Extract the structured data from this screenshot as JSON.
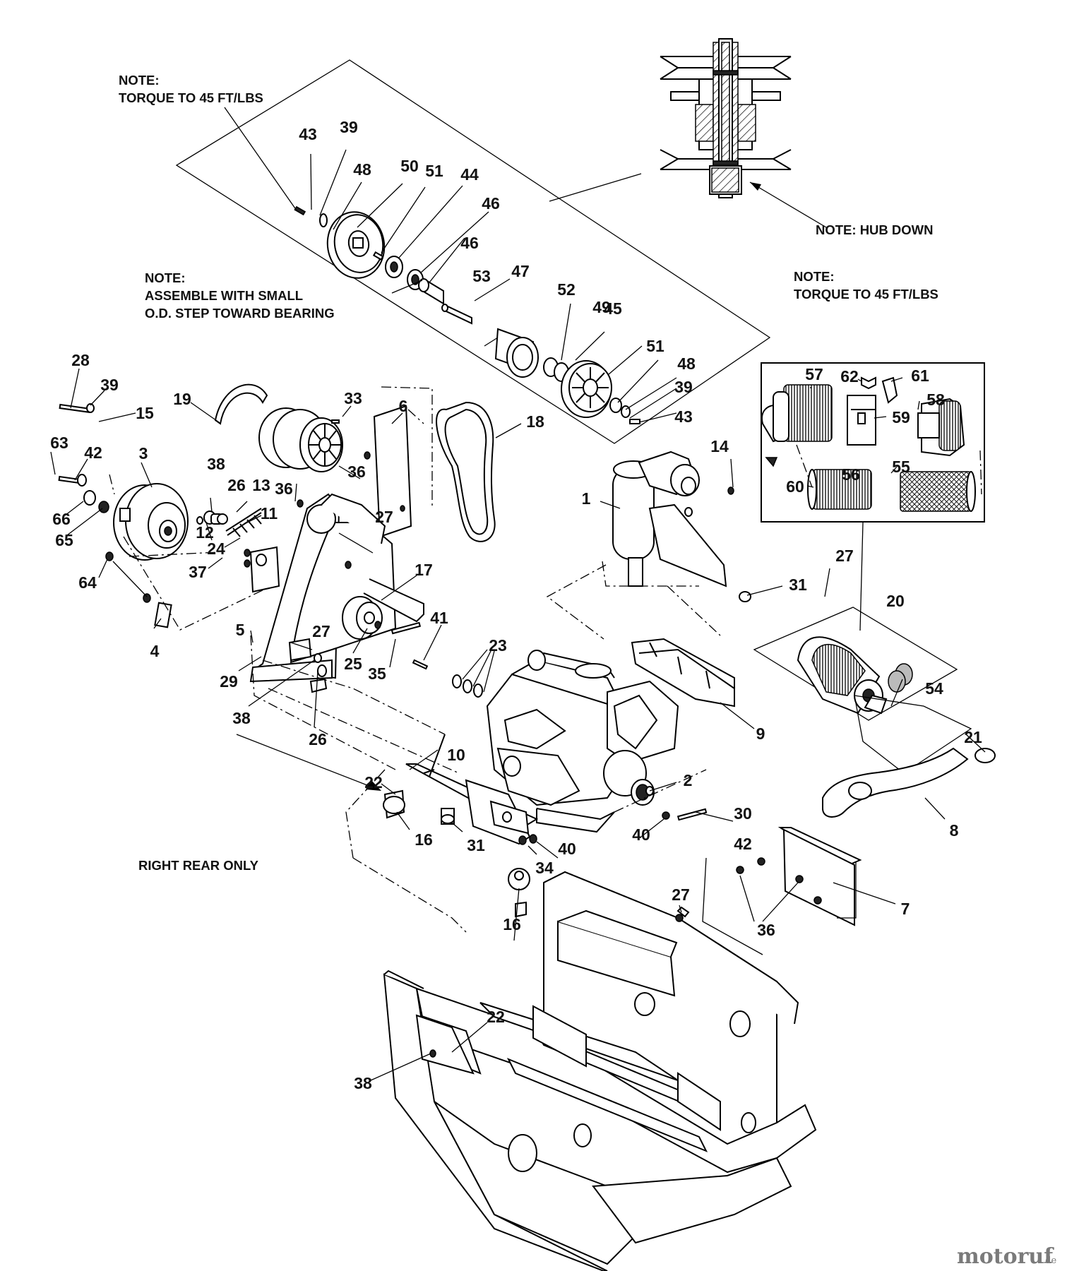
{
  "notes": {
    "torque_top_left": [
      "NOTE:",
      "TORQUE TO 45 FT/LBS"
    ],
    "assemble": [
      "NOTE:",
      "ASSEMBLE WITH SMALL",
      "O.D. STEP TOWARD BEARING"
    ],
    "torque_right": [
      "NOTE:",
      "TORQUE TO 45 FT/LBS"
    ],
    "hub_down": "NOTE: HUB DOWN",
    "right_rear": "RIGHT REAR ONLY"
  },
  "callouts": {
    "top_assembly": [
      "43",
      "39",
      "48",
      "50",
      "51",
      "44",
      "46",
      "53",
      "47",
      "46",
      "52",
      "49",
      "45",
      "51",
      "48",
      "39",
      "43"
    ],
    "clutch": [
      "28",
      "39",
      "15",
      "63",
      "42",
      "3",
      "66",
      "65",
      "64",
      "4"
    ],
    "belt_drive": [
      "19",
      "33",
      "6",
      "18",
      "36",
      "38",
      "26",
      "13",
      "36",
      "12",
      "11",
      "24",
      "37",
      "27",
      "17",
      "5",
      "27",
      "41",
      "29",
      "25",
      "35",
      "38",
      "26"
    ],
    "engine": [
      "1",
      "14",
      "31",
      "27",
      "23",
      "9",
      "2",
      "30",
      "40",
      "10",
      "22",
      "16",
      "31",
      "40",
      "34"
    ],
    "air_filter_box": [
      "57",
      "62",
      "61",
      "58",
      "59",
      "60",
      "56",
      "55"
    ],
    "air_intake": [
      "20",
      "54",
      "21",
      "8",
      "42",
      "36",
      "7"
    ],
    "frame": [
      "27",
      "16",
      "22",
      "38"
    ]
  },
  "brand": {
    "name": "motoruf",
    "suffix": ".de",
    "color": "#7a7a7a"
  }
}
